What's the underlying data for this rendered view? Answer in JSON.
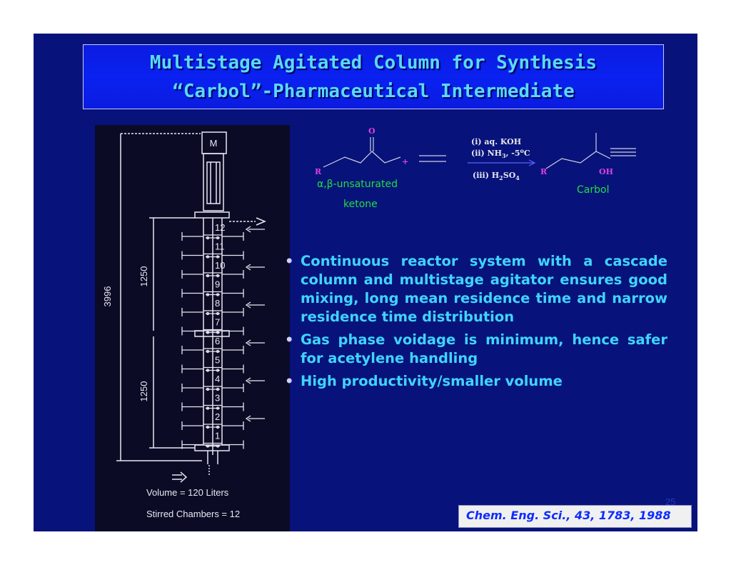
{
  "title": {
    "line1": "Multistage Agitated Column for Synthesis",
    "line2": "“Carbol”-Pharmaceutical Intermediate"
  },
  "diagram": {
    "motor_label": "M",
    "dim_total": "3996",
    "dim_upper": "1250",
    "dim_lower": "1250",
    "stage_numbers": [
      "12",
      "11",
      "10",
      "9",
      "8",
      "7",
      "6",
      "5",
      "4",
      "3",
      "2",
      "1"
    ],
    "volume_text": "Volume = 120 Liters",
    "chambers_text": "Stirred Chambers = 12"
  },
  "reaction": {
    "oxygen": "O",
    "plus": "+",
    "r_left": "R",
    "r_right": "R",
    "oh": "OH",
    "step1": "(i) aq. KOH",
    "step2_pre": "(ii) NH",
    "step2_sub": "3",
    "step2_post": ", -5",
    "step2_sup": "o",
    "step2_end": "C",
    "step3_pre": "(iii) H",
    "step3_sub1": "2",
    "step3_mid": "SO",
    "step3_sub2": "4",
    "reactant_label_line1": "α,β-unsaturated",
    "reactant_label_line2": "ketone",
    "product_label": "Carbol"
  },
  "bullets": [
    "Continuous reactor system with a cascade column and multistage agitator ensures good mixing, long mean residence time and narrow residence time distribution",
    "Gas phase voidage is minimum, hence safer for acetylene handling",
    "High productivity/smaller volume"
  ],
  "bullet_char": "•",
  "page_number": "25",
  "reference": "Chem. Eng. Sci., 43, 1783, 1988"
}
